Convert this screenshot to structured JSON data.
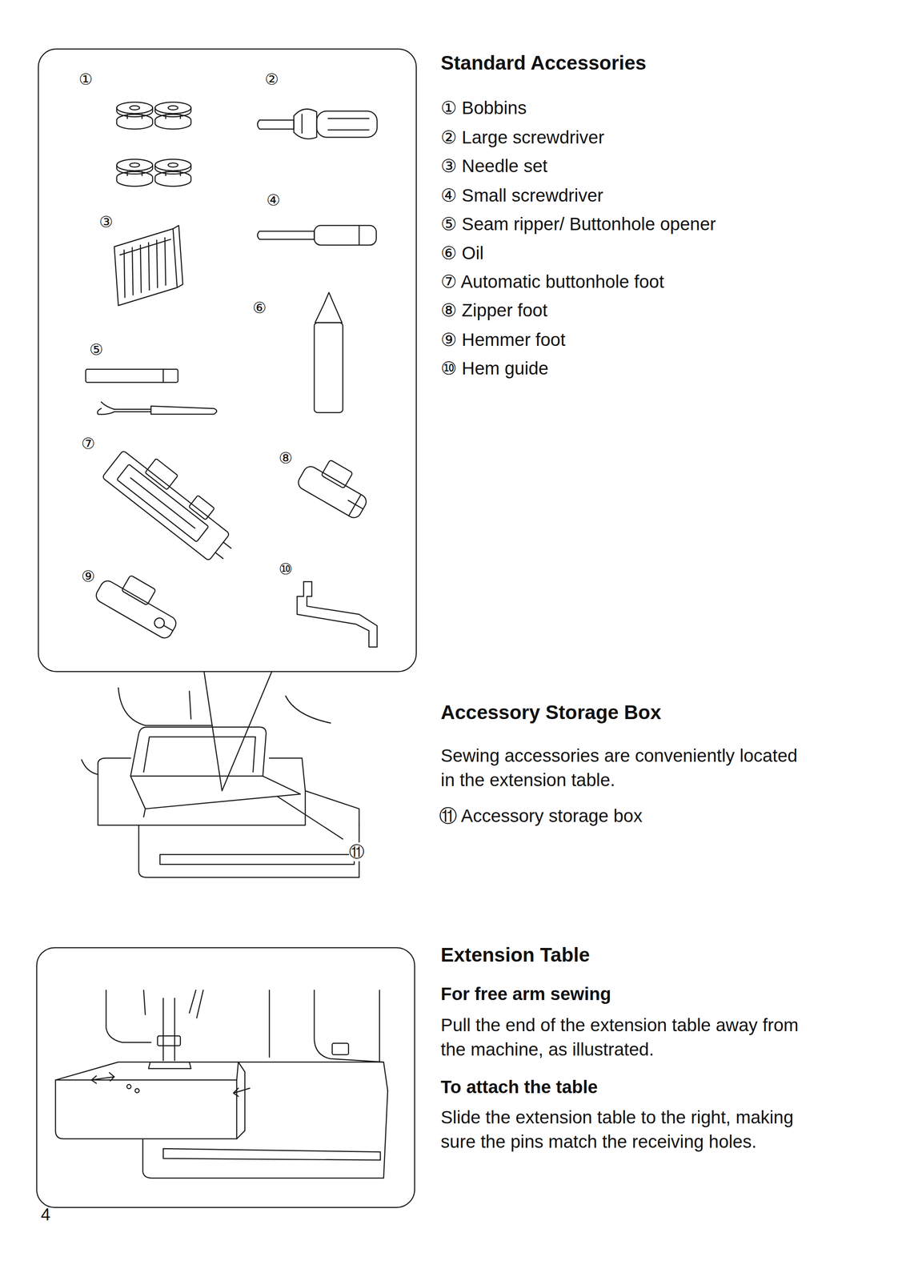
{
  "diagram": {
    "labels": [
      "Standard Accessories",
      "① Bobbins",
      "② Large screwdriver",
      "③ Needle set",
      "④ Small screwdriver",
      "⑤ Seam ripper/ Buttonhole opener",
      "⑥ Oil",
      "⑦ Automatic buttonhole foot",
      "⑧ Zipper foot",
      "⑨ Hemmer foot",
      "⑩ Hem guide",
      "Accessory Storage Box",
      "Sewing accessories are conveniently located in the extension table.",
      "⑪ Accessory storage box",
      "Extension Table",
      "For free arm sewing",
      "Pull the end of the extension table away from the machine, as illustrated.",
      "To attach the table",
      "Slide the extension table to the right, making sure the pins match the receiving holes.",
      "①",
      "②",
      "③",
      "④",
      "⑤",
      "⑥",
      "⑦",
      "⑧",
      "⑨",
      "⑩",
      "⑪",
      "4"
    ]
  }
}
